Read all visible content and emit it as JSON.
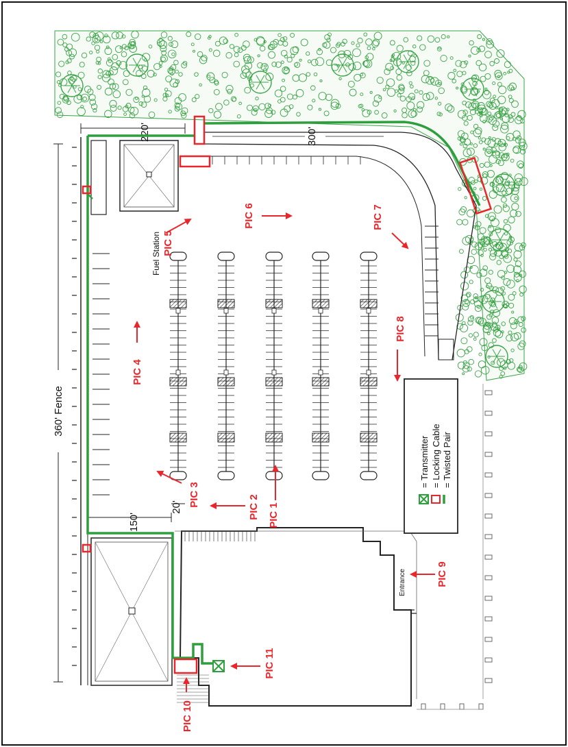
{
  "labels": {
    "fence": "360' Fence",
    "dim_300": "300'",
    "dim_220": "220'",
    "dim_150": "150'",
    "dim_20": "20'",
    "fuel_station": "Fuel Station",
    "entrance": "Entrance"
  },
  "pics": [
    "PIC 1",
    "PIC 2",
    "PIC 3",
    "PIC 4",
    "PIC 5",
    "PIC 6",
    "PIC 7",
    "PIC 8",
    "PIC 9",
    "PIC 10",
    "PIC 11"
  ],
  "legend": {
    "transmitter": "= Transmitter",
    "locking_cable": "= Locking Cable",
    "twisted_pair": "= Twisted Pair"
  },
  "colors": {
    "foliage": "#3aa346",
    "cable_green": "#2e9e3e",
    "locking_red": "#e8262b",
    "arrow_red": "#e8262b",
    "outline": "#222222"
  }
}
